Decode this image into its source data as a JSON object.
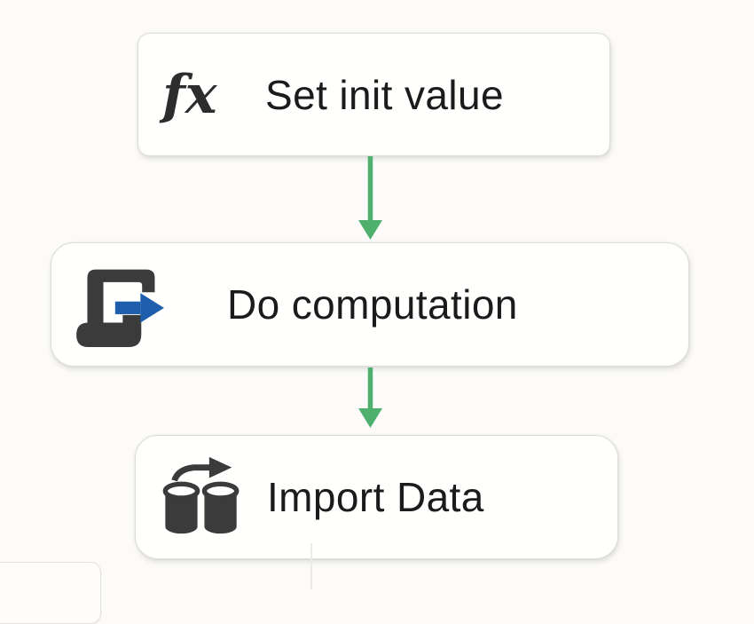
{
  "canvas": {
    "type": "workflow-designer-surface"
  },
  "colors": {
    "background": "#fcfbfa",
    "node_border": "#dfddda",
    "label_text": "#1b1b1b",
    "connector_green": "#4fb06e",
    "icon_dark": "#3b3b3b",
    "icon_blue": "#1f5dad"
  },
  "nodes": [
    {
      "id": "set-init-value",
      "label": "Set init value",
      "icon": "fx-icon",
      "icon_text": "fx"
    },
    {
      "id": "do-computation",
      "label": "Do computation",
      "icon": "script-task-icon"
    },
    {
      "id": "import-data",
      "label": "Import Data",
      "icon": "data-transfer-icon"
    }
  ],
  "connectors": [
    {
      "from": "set-init-value",
      "to": "do-computation",
      "style": "green-arrow-down"
    },
    {
      "from": "do-computation",
      "to": "import-data",
      "style": "green-arrow-down"
    }
  ]
}
